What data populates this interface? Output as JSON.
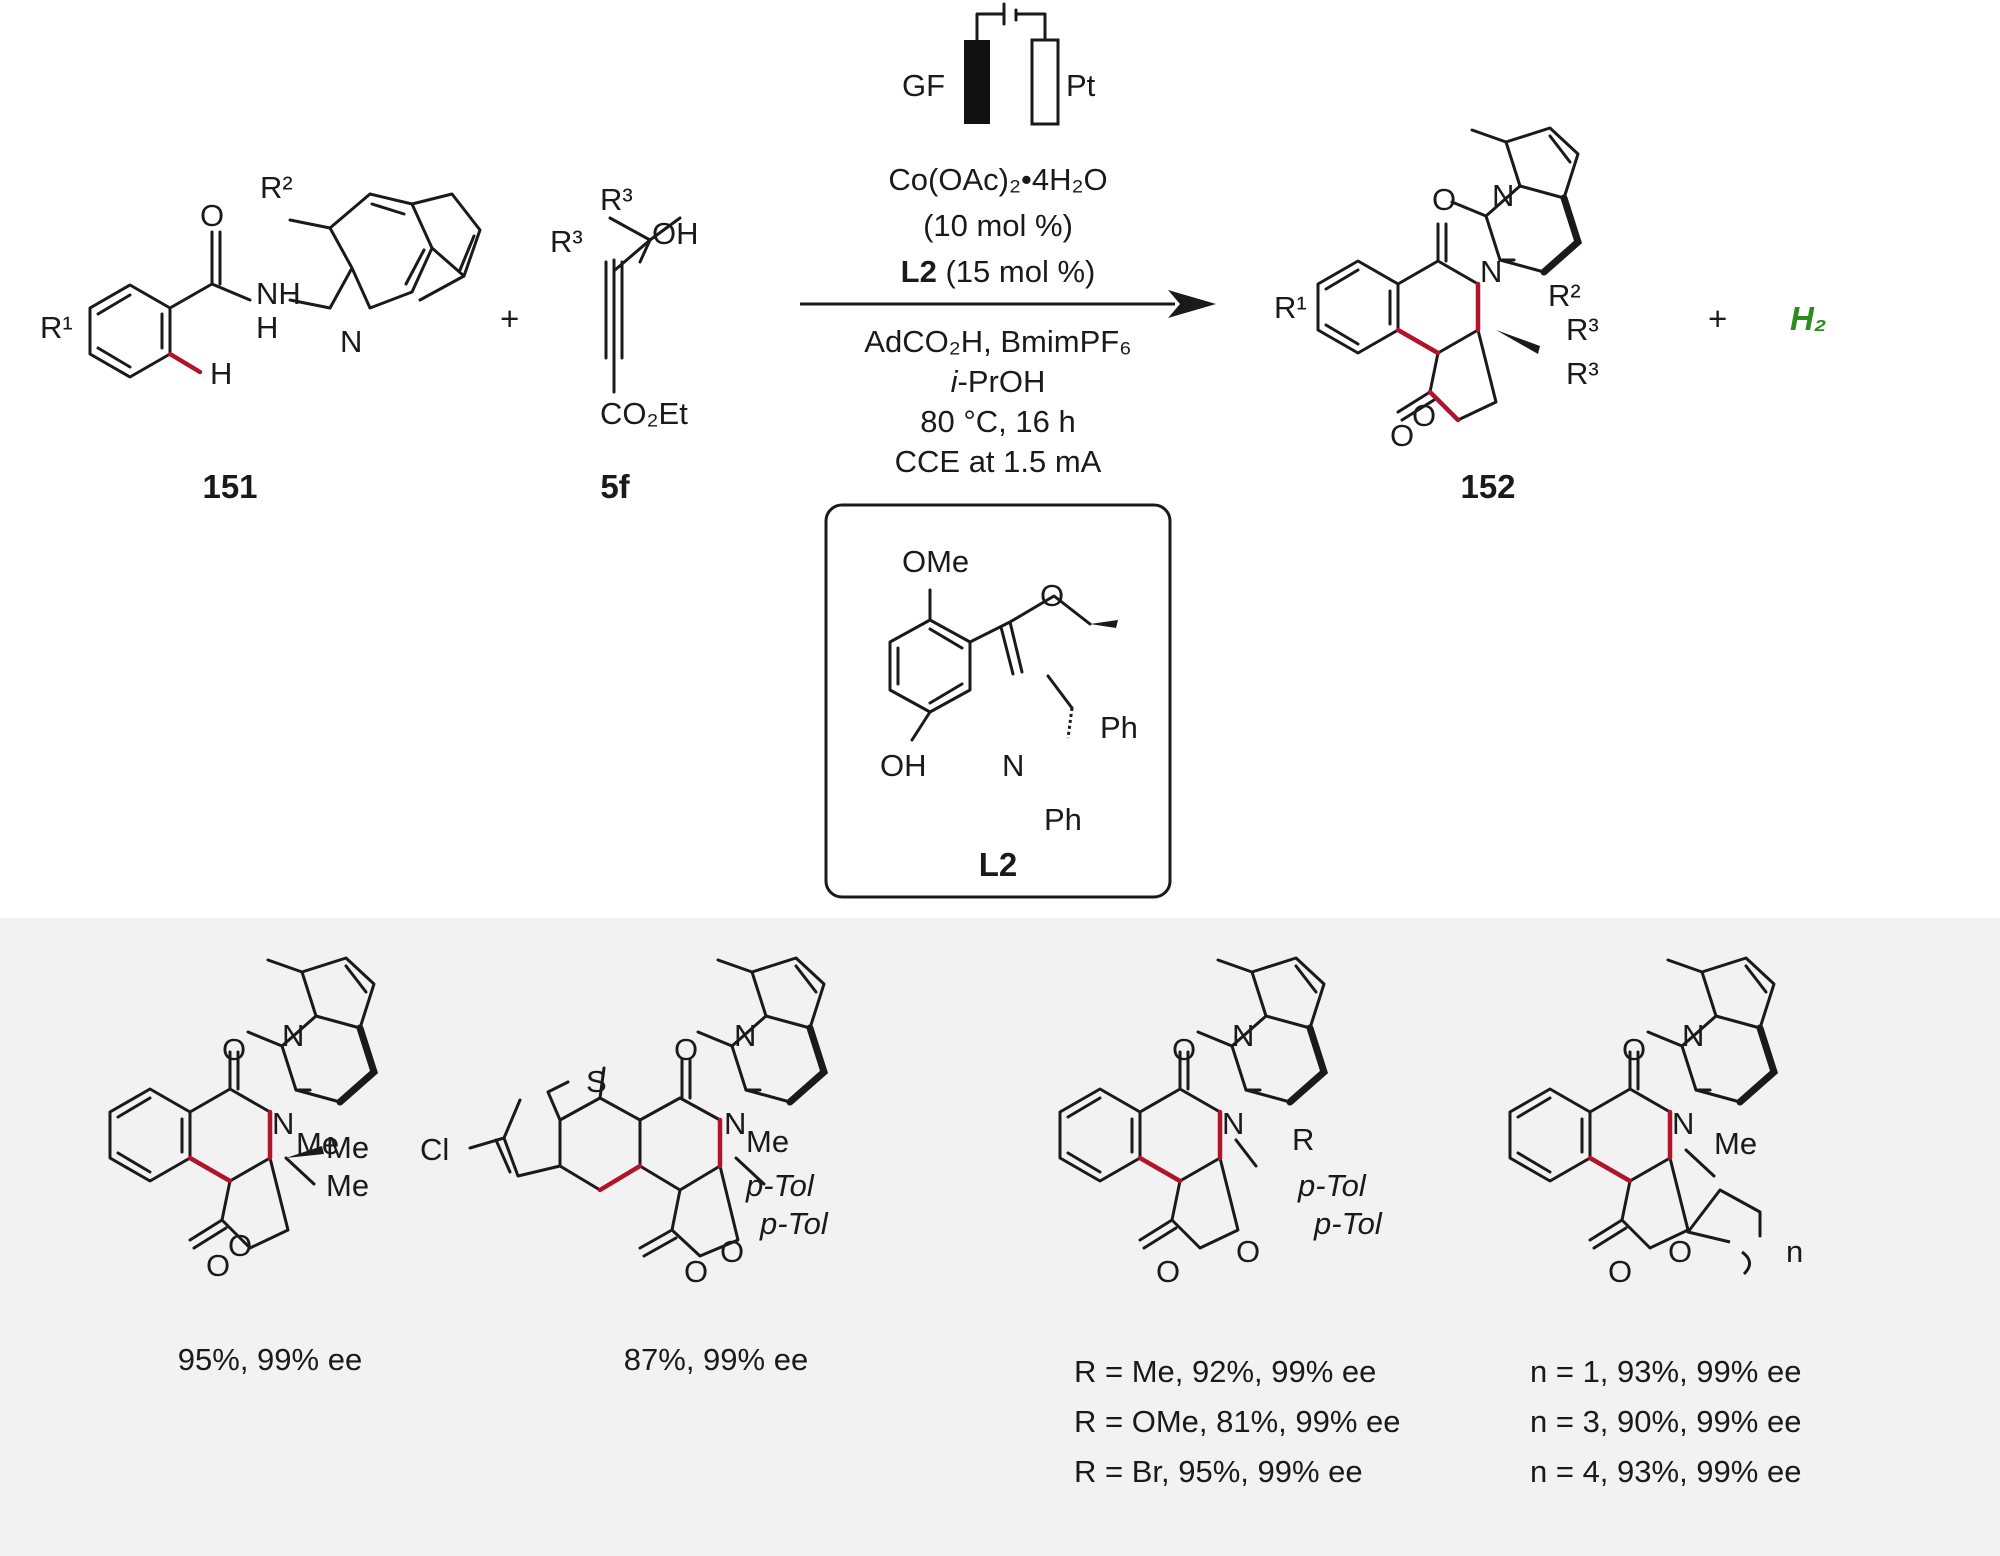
{
  "electrodes": {
    "anode": "GF",
    "cathode": "Pt"
  },
  "conditions": {
    "catalyst": "Co(OAc)₂•4H₂O",
    "catalyst_loading": "(10 mol %)",
    "ligand_name": "L2",
    "ligand_loading": "(15 mol %)",
    "additives": "AdCO₂H, BmimPF₆",
    "solvent_prefix": "i",
    "solvent_rest": "-PrOH",
    "temperature_time": "80 °C, 16 h",
    "electrolysis": "CCE at 1.5 mA"
  },
  "compounds": {
    "substrate_amide": "151",
    "substrate_alkyne": "5f",
    "product": "152",
    "ligand": "L2"
  },
  "labels": {
    "plus": "+",
    "h2": "H₂",
    "R1": "R¹",
    "R2": "R²",
    "R3": "R³",
    "O": "O",
    "N": "N",
    "NH": "NH",
    "H": "H",
    "OH": "OH",
    "CO2Et": "CO₂Et",
    "OMe": "OMe",
    "Ph": "Ph",
    "S": "S",
    "Cl": "Cl",
    "Me": "Me",
    "pTol": "p-Tol",
    "R": "R",
    "n": "n"
  },
  "colors": {
    "highlight_bond": "#b0142a",
    "h2": "#2e8b1e",
    "panel": "#f2f2f2"
  },
  "examples": [
    {
      "results": [
        "95%, 99% ee"
      ]
    },
    {
      "results": [
        "87%, 99% ee"
      ]
    },
    {
      "results": [
        "R = Me, 92%, 99% ee",
        "R = OMe, 81%, 99% ee",
        "R = Br, 95%, 99% ee"
      ]
    },
    {
      "results": [
        "n = 1, 93%, 99% ee",
        "n = 3, 90%, 99% ee",
        "n = 4, 93%, 99% ee"
      ]
    }
  ]
}
